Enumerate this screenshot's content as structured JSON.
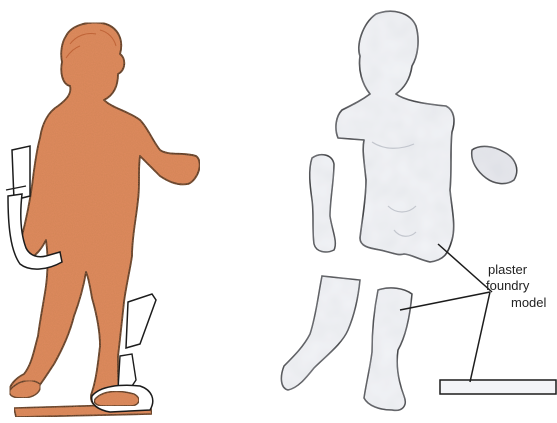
{
  "labels": {
    "line1": "plaster",
    "line2": "foundry",
    "line3": "model"
  },
  "colors": {
    "terracotta": "#e08a5f",
    "terracotta_edge": "#c86a3d",
    "plaster": "#f3f4f7",
    "plaster_shade": "#c9cbd3",
    "outline": "#1c1c1c"
  }
}
